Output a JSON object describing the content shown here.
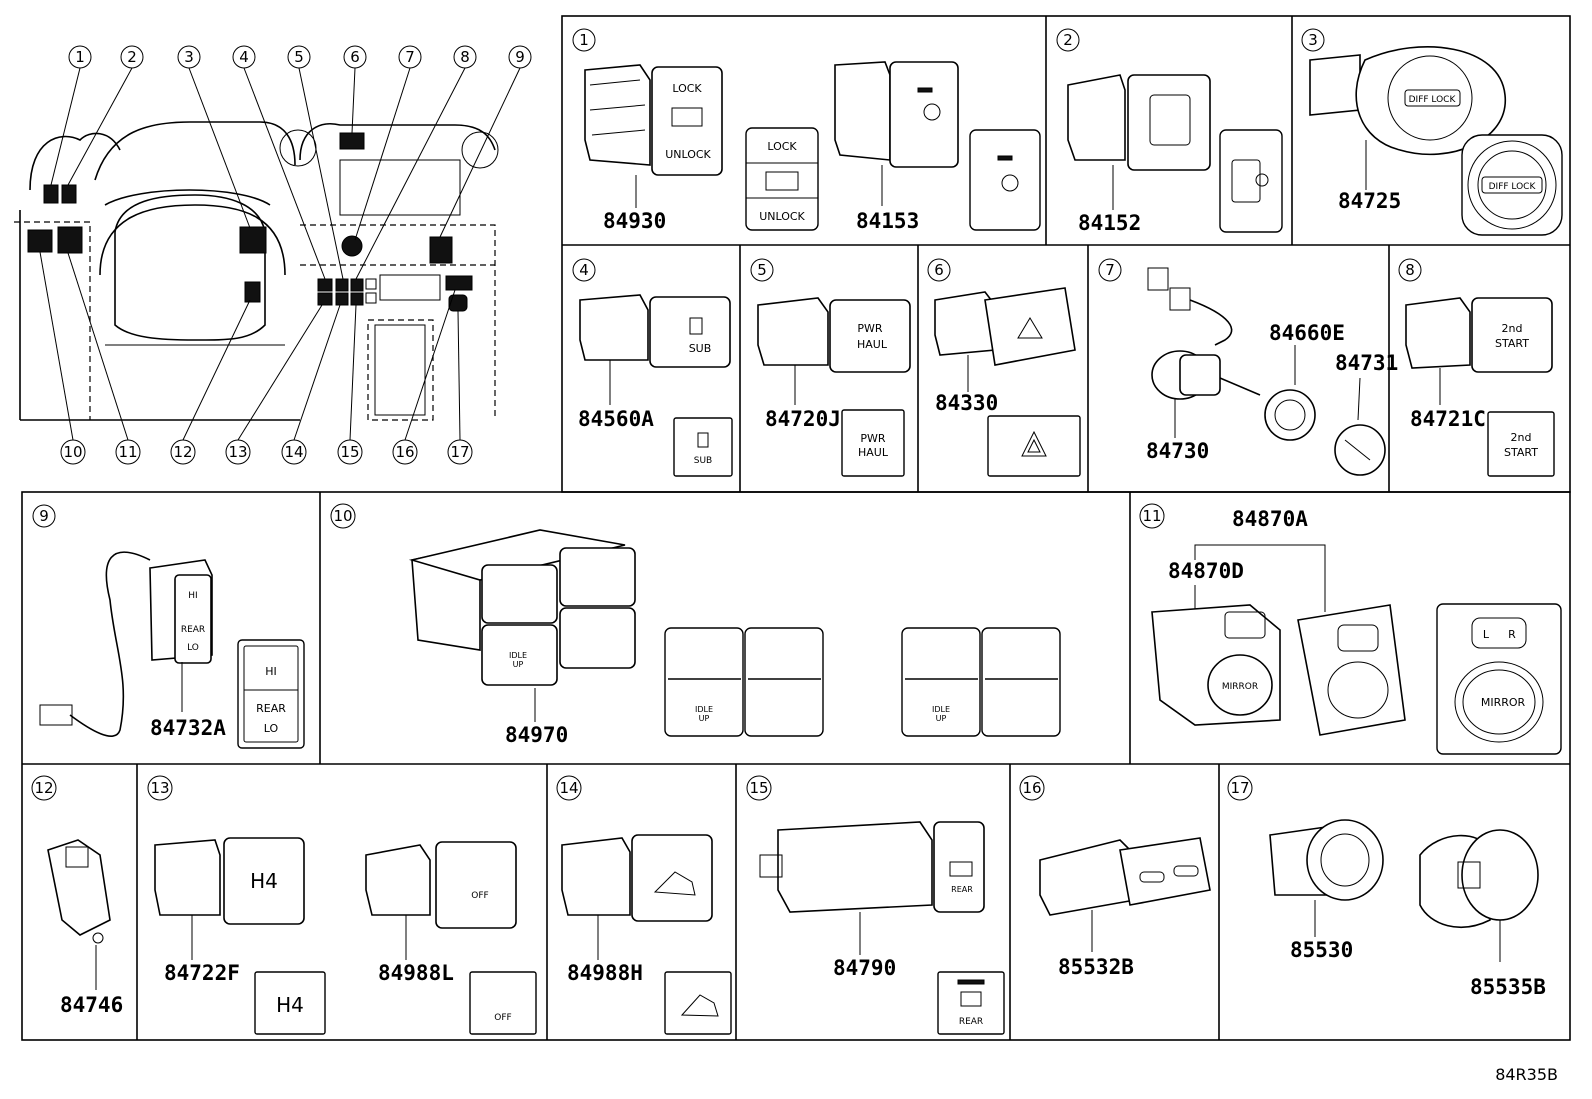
{
  "diagram_code": "84R35B",
  "overview": {
    "callouts": [
      "1",
      "2",
      "3",
      "4",
      "5",
      "6",
      "7",
      "8",
      "9",
      "10",
      "11",
      "12",
      "13",
      "14",
      "15",
      "16",
      "17"
    ]
  },
  "cells": {
    "c1": {
      "num": "1",
      "parts": [
        "84930",
        "84153"
      ],
      "labels": {
        "lock": "LOCK",
        "unlock": "UNLOCK"
      }
    },
    "c2": {
      "num": "2",
      "parts": [
        "84152"
      ]
    },
    "c3": {
      "num": "3",
      "parts": [
        "84725"
      ],
      "labels": {
        "diff": "DIFF LOCK"
      }
    },
    "c4": {
      "num": "4",
      "parts": [
        "84560A"
      ],
      "labels": {
        "sub": "SUB"
      }
    },
    "c5": {
      "num": "5",
      "parts": [
        "84720J"
      ],
      "labels": {
        "l1": "PWR",
        "l2": "HAUL"
      }
    },
    "c6": {
      "num": "6",
      "parts": [
        "84330"
      ]
    },
    "c7": {
      "num": "7",
      "parts": [
        "84660E",
        "84731",
        "84730"
      ]
    },
    "c8": {
      "num": "8",
      "parts": [
        "84721C"
      ],
      "labels": {
        "l1": "2nd",
        "l2": "START"
      }
    },
    "c9": {
      "num": "9",
      "parts": [
        "84732A"
      ],
      "labels": {
        "hi": "HI",
        "rear": "REAR",
        "lo": "LO"
      }
    },
    "c10": {
      "num": "10",
      "parts": [
        "84970"
      ],
      "labels": {
        "idle1": "IDLE",
        "idle2": "UP"
      }
    },
    "c11": {
      "num": "11",
      "parts": [
        "84870A",
        "84870D"
      ],
      "labels": {
        "l": "L",
        "r": "R",
        "mirror": "MIRROR"
      }
    },
    "c12": {
      "num": "12",
      "parts": [
        "84746"
      ]
    },
    "c13": {
      "num": "13",
      "parts": [
        "84722F",
        "84988L"
      ],
      "labels": {
        "h4": "H4",
        "off": "OFF"
      }
    },
    "c14": {
      "num": "14",
      "parts": [
        "84988H"
      ]
    },
    "c15": {
      "num": "15",
      "parts": [
        "84790"
      ],
      "labels": {
        "rear": "REAR"
      }
    },
    "c16": {
      "num": "16",
      "parts": [
        "85532B"
      ]
    },
    "c17": {
      "num": "17",
      "parts": [
        "85530",
        "85535B"
      ]
    }
  }
}
